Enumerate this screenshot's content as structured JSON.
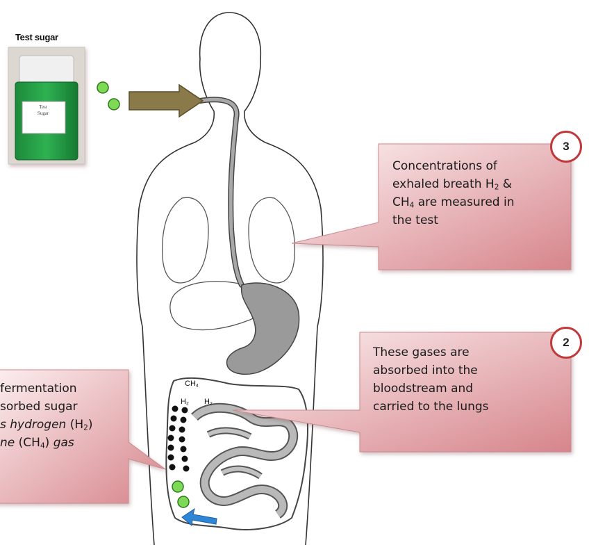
{
  "test_sugar": {
    "label": "Test sugar",
    "jar_label_line1": "Test",
    "jar_label_line2": "Sugar"
  },
  "callouts": [
    {
      "id": "left",
      "lines": [
        [
          "fermentation"
        ],
        [
          "sorbed sugar"
        ],
        [
          {
            "t": "s hydrogen ",
            "i": true
          },
          {
            "t": "("
          },
          {
            "t": "H"
          },
          {
            "sub": "2"
          },
          {
            "t": ")"
          }
        ],
        [
          {
            "t": "ne ",
            "i": true
          },
          {
            "t": "(CH"
          },
          {
            "sub": "4"
          },
          {
            "t": ") "
          },
          {
            "t": "gas",
            "i": true
          }
        ]
      ]
    },
    {
      "id": "step2",
      "badge": "2",
      "lines": [
        [
          "These gases are"
        ],
        [
          "absorbed into the"
        ],
        [
          "bloodstream and"
        ],
        [
          "carried to the lungs"
        ]
      ]
    },
    {
      "id": "step3",
      "badge": "3",
      "lines": [
        [
          "Concentrations of"
        ],
        [
          {
            "t": "exhaled breath H"
          },
          {
            "sub": "2"
          },
          {
            "t": " &"
          }
        ],
        [
          {
            "t": "CH"
          },
          {
            "sub": "4"
          },
          {
            "t": " are measured in"
          }
        ],
        [
          "the test"
        ]
      ]
    }
  ],
  "gas_labels": {
    "ch4": {
      "t": "CH",
      "sub": "4"
    },
    "h2_a": {
      "t": "H",
      "sub": "2"
    },
    "h2_b": {
      "t": "H",
      "sub": "2"
    }
  },
  "colors": {
    "callout_fill_light": "#fbe9ea",
    "callout_fill_dark": "#d9868c",
    "badge_border": "#c0393b",
    "organ_fill": "#9a9a9a",
    "arrow_fill": "#8a7a4a",
    "gas_dot": "#7ed957",
    "bacteria_dot": "#111111",
    "blue_arrow": "#2f86d6"
  }
}
